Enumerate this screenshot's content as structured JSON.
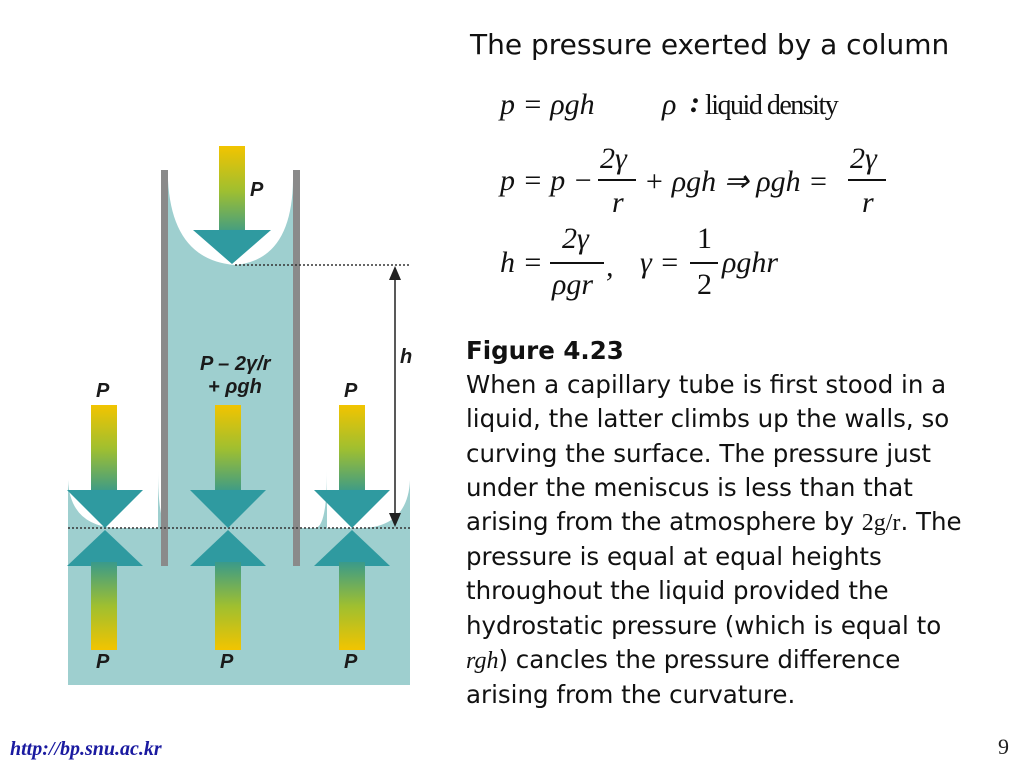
{
  "heading": "The pressure exerted by a column",
  "equations": {
    "eq1": "p = ρgh",
    "eq1_legend_symbol": "ρ",
    "eq1_legend_sep": ":",
    "eq1_legend_text": "liquid density",
    "eq2_lhs": "p = p −",
    "eq2_frac1_num": "2γ",
    "eq2_frac1_den": "r",
    "eq2_mid": "+ ρgh ⇒ ρgh =",
    "eq2_frac2_num": "2γ",
    "eq2_frac2_den": "r",
    "eq3_lhs": "h =",
    "eq3_frac1_num": "2γ",
    "eq3_frac1_den": "ρgr",
    "eq3_sep": ",",
    "eq3_mid": "γ =",
    "eq3_frac2_num": "1",
    "eq3_frac2_den": "2",
    "eq3_rhs": "ρghr"
  },
  "figure": {
    "labels": {
      "p_top": "P",
      "p_left_top": "P",
      "p_right_top": "P",
      "p_left_bottom": "P",
      "p_mid_bottom": "P",
      "p_right_bottom": "P",
      "inner_line1": "P – 2γ/r",
      "inner_line2": "+ ρgh",
      "height": "h"
    },
    "colors": {
      "liquid": "#9ecfcf",
      "tube_wall": "#8a8a8a",
      "arrow_head": "#2f9aa0",
      "arrow_shaft_top": "#f2c400",
      "arrow_shaft_bottom": "#4aa090"
    }
  },
  "caption": {
    "title": "Figure 4.23",
    "part1": "When a capillary tube is first stood in a liquid, the latter climbs up the walls, so curving the surface. The pressure just under the meniscus is less than that arising from the atmosphere by ",
    "formula1": "2g/r",
    "part2": ". The pressure is equal at equal heights throughout the liquid provided the hydrostatic pressure (which is equal to ",
    "formula2": "rgh",
    "part3": ") cancles the pressure difference arising from the curvature."
  },
  "footer": {
    "url": "http://bp.snu.ac.kr",
    "page_number": "9"
  }
}
